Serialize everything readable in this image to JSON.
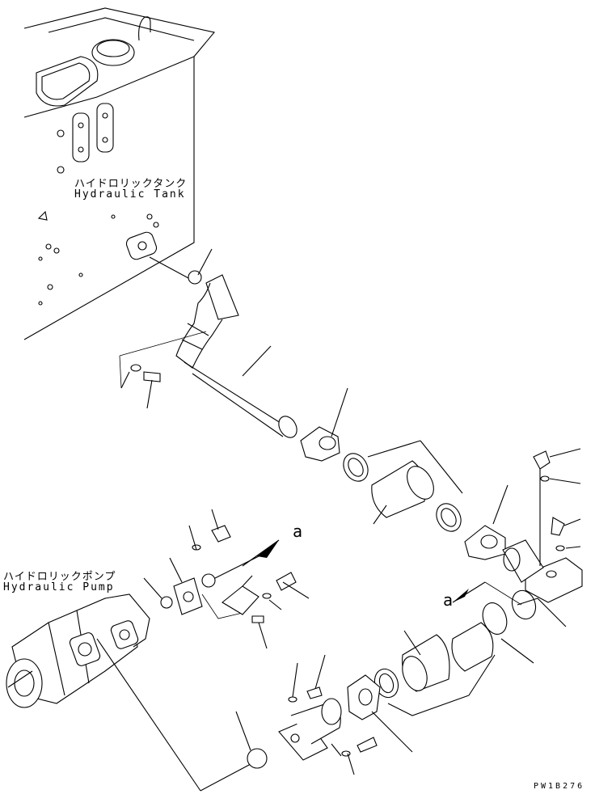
{
  "labels": {
    "tank_jp": "ハイドロリックタンク",
    "tank_en": "Hydraulic Tank",
    "pump_jp": "ハイドロリックポンプ",
    "pump_en": "Hydraulic Pump",
    "view_a_upper": "a",
    "view_a_lower": "a",
    "drawing_code": "PW1B276"
  },
  "colors": {
    "line": "#000000",
    "background": "#ffffff"
  }
}
